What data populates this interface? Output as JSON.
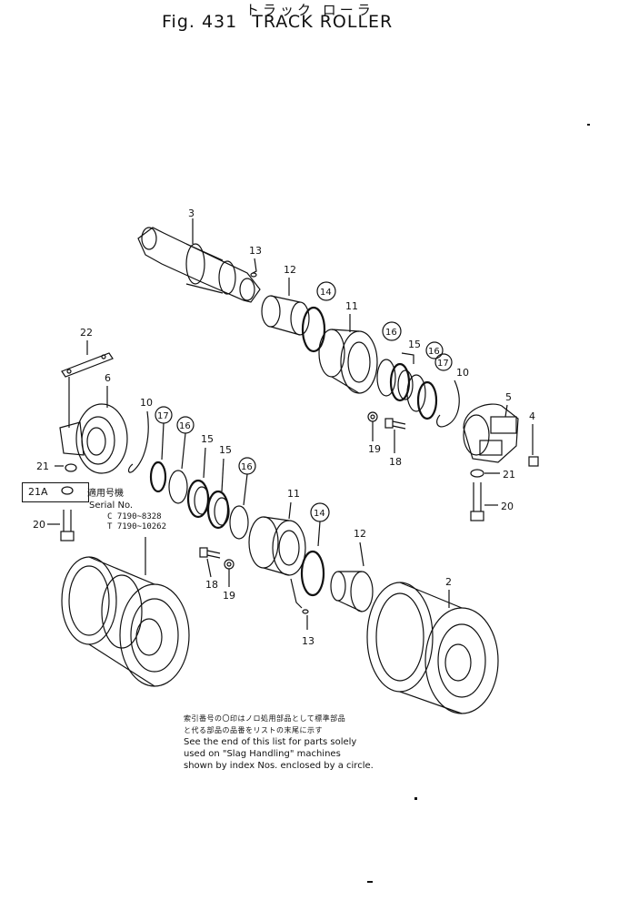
{
  "header": {
    "title_jp": "トラック ローラ",
    "fig_label": "Fig. 431",
    "title_en": "TRACK ROLLER"
  },
  "callouts": {
    "c2": "2",
    "c3": "3",
    "c4": "4",
    "c5": "5",
    "c6": "6",
    "c10a": "10",
    "c10b": "10",
    "c11a": "11",
    "c11b": "11",
    "c12a": "12",
    "c12b": "12",
    "c13a": "13",
    "c13b": "13",
    "c14a": "14",
    "c14b": "14",
    "c15a": "15",
    "c15b": "15",
    "c15c": "15",
    "c16a": "16",
    "c16b": "16",
    "c16c": "16",
    "c16d": "16",
    "c17a": "17",
    "c17b": "17",
    "c18a": "18",
    "c18b": "18",
    "c19a": "19",
    "c19b": "19",
    "c20a": "20",
    "c20b": "20",
    "c21a": "21",
    "c21b": "21",
    "c22": "22"
  },
  "applicability": {
    "box_label": "21A",
    "jp_label": "適用号機",
    "serial_label": "Serial No.",
    "serial_c": "C 7190~8328",
    "serial_t": "T 7190~10262"
  },
  "notes": {
    "jp_line1": "索引番号の〇印はノロ処用部品として標準部品",
    "jp_line2": "と代る部品の品番をリストの末尾に示す",
    "en_line1": "See the end of this list for parts solely",
    "en_line2": "used on \"Slag Handling\" machines",
    "en_line3": "shown by index Nos. enclosed by a circle."
  }
}
